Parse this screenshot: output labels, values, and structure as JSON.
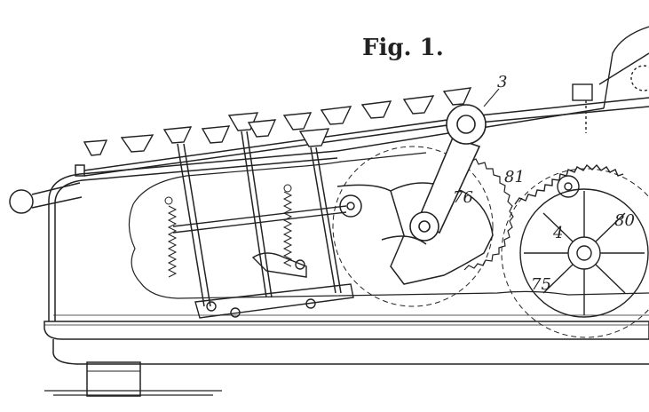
{
  "title": "Fig. 1.",
  "labels": {
    "l3": "3",
    "l81": "81",
    "l76": "76",
    "l80": "80",
    "l4": "4",
    "l75": "75"
  },
  "colors": {
    "ink": "#222222",
    "paper": "#ffffff"
  }
}
